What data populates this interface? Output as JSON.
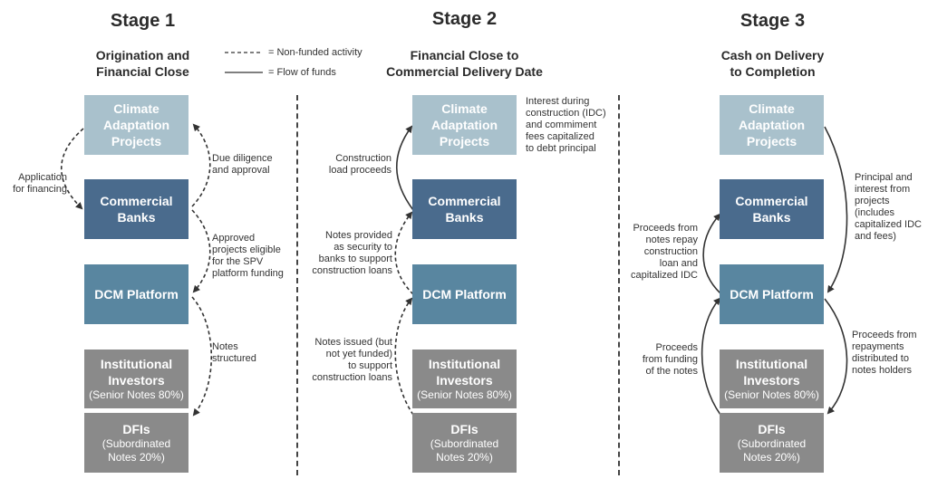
{
  "stages": [
    {
      "title": "Stage 1",
      "subtitle": "Origination and\nFinancial Close"
    },
    {
      "title": "Stage 2",
      "subtitle": "Financial Close to\nCommercial Delivery Date"
    },
    {
      "title": "Stage 3",
      "subtitle": "Cash on Delivery\nto Completion"
    }
  ],
  "legend": {
    "dashed": "= Non-funded activity",
    "solid": "= Flow of funds"
  },
  "boxes": {
    "climate": "Climate\nAdaptation\nProjects",
    "banks": "Commercial\nBanks",
    "dcm": "DCM Platform",
    "inst_title": "Institutional\nInvestors",
    "inst_sub": "(Senior Notes 80%)",
    "dfi_title": "DFIs",
    "dfi_sub": "(Subordinated\nNotes 20%)"
  },
  "stage1_labels": {
    "application": "Application\nfor financing",
    "due_diligence": "Due diligence\nand approval",
    "approved": "Approved\nprojects eligible\nfor the SPV\nplatform funding",
    "notes_structured": "Notes\nstructured"
  },
  "stage2_labels": {
    "interest": "Interest during\nconstruction (IDC)\nand commiment\nfees capitalized\nto debt principal",
    "construction_proceeds": "Construction\nload proceeds",
    "notes_provided": "Notes provided\nas security to\nbanks to support\nconstruction loans",
    "notes_issued": "Notes issued (but\nnot yet funded)\nto support\nconstruction loans"
  },
  "stage3_labels": {
    "principal": "Principal and\ninterest from\nprojects\n(includes\ncapitalized IDC\nand fees)",
    "proceeds_repay": "Proceeds from\nnotes repay\nconstruction\nloan and\ncapitalized IDC",
    "proceeds_funding": "Proceeds\nfrom funding\nof the notes",
    "proceeds_repayments": "Proceeds from\nrepayments\ndistributed to\nnotes holders"
  },
  "colors": {
    "climate": "#a9c1cc",
    "banks": "#4a6b8d",
    "dcm": "#5986a0",
    "investors": "#8a8a8a"
  }
}
